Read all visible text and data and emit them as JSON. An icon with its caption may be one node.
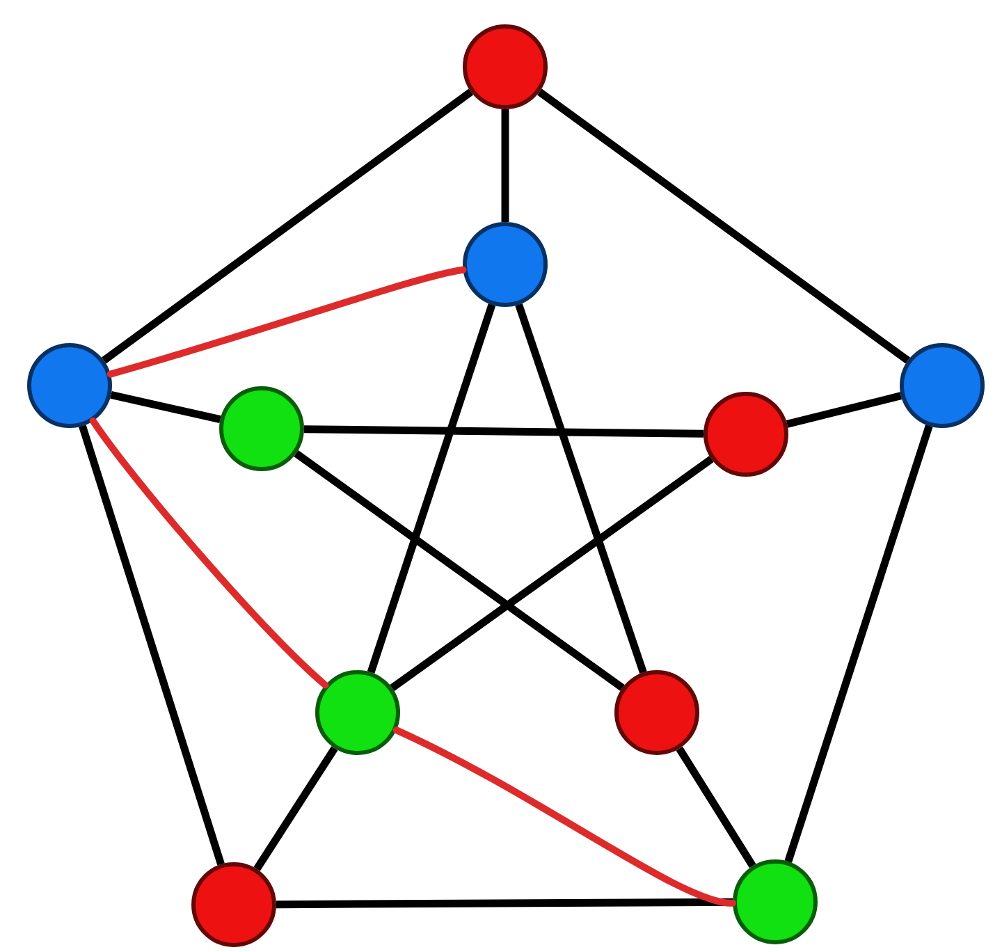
{
  "diagram": {
    "nodes": [
      {
        "text": [],
        "shape": "circle"
      },
      {
        "text": [],
        "shape": "circle"
      },
      {
        "text": [],
        "shape": "circle"
      },
      {
        "text": [],
        "shape": "circle"
      },
      {
        "text": [],
        "shape": "circle"
      },
      {
        "text": [],
        "shape": "circle"
      },
      {
        "text": [],
        "shape": "circle"
      },
      {
        "text": [],
        "shape": "circle"
      },
      {
        "text": [],
        "shape": "circle"
      },
      {
        "text": [],
        "shape": "circle"
      }
    ],
    "edges": [
      {
        "from": 0,
        "to": 2,
        "arrow": "none"
      },
      {
        "from": 0,
        "to": 5,
        "arrow": "none"
      },
      {
        "from": 2,
        "to": 8,
        "arrow": "none"
      },
      {
        "from": 5,
        "to": 9,
        "arrow": "none"
      },
      {
        "from": 8,
        "to": 9,
        "arrow": "none"
      },
      {
        "from": 0,
        "to": 1,
        "arrow": "none"
      },
      {
        "from": 2,
        "to": 3,
        "arrow": "none"
      },
      {
        "from": 5,
        "to": 4,
        "arrow": "none"
      },
      {
        "from": 8,
        "to": 6,
        "arrow": "none"
      },
      {
        "from": 9,
        "to": 7,
        "arrow": "none"
      },
      {
        "from": 1,
        "to": 6,
        "arrow": "none"
      },
      {
        "from": 1,
        "to": 7,
        "arrow": "none"
      },
      {
        "from": 3,
        "to": 4,
        "arrow": "none"
      },
      {
        "from": 3,
        "to": 7,
        "arrow": "none"
      },
      {
        "from": 4,
        "to": 6,
        "arrow": "none"
      },
      {
        "from": 1,
        "to": 2,
        "arrow": "none",
        "color": "#dd2b2b"
      },
      {
        "from": 2,
        "to": 6,
        "arrow": "none",
        "color": "#dd2b2b"
      },
      {
        "from": 6,
        "to": 9,
        "arrow": "none",
        "color": "#dd2b2b"
      }
    ]
  }
}
